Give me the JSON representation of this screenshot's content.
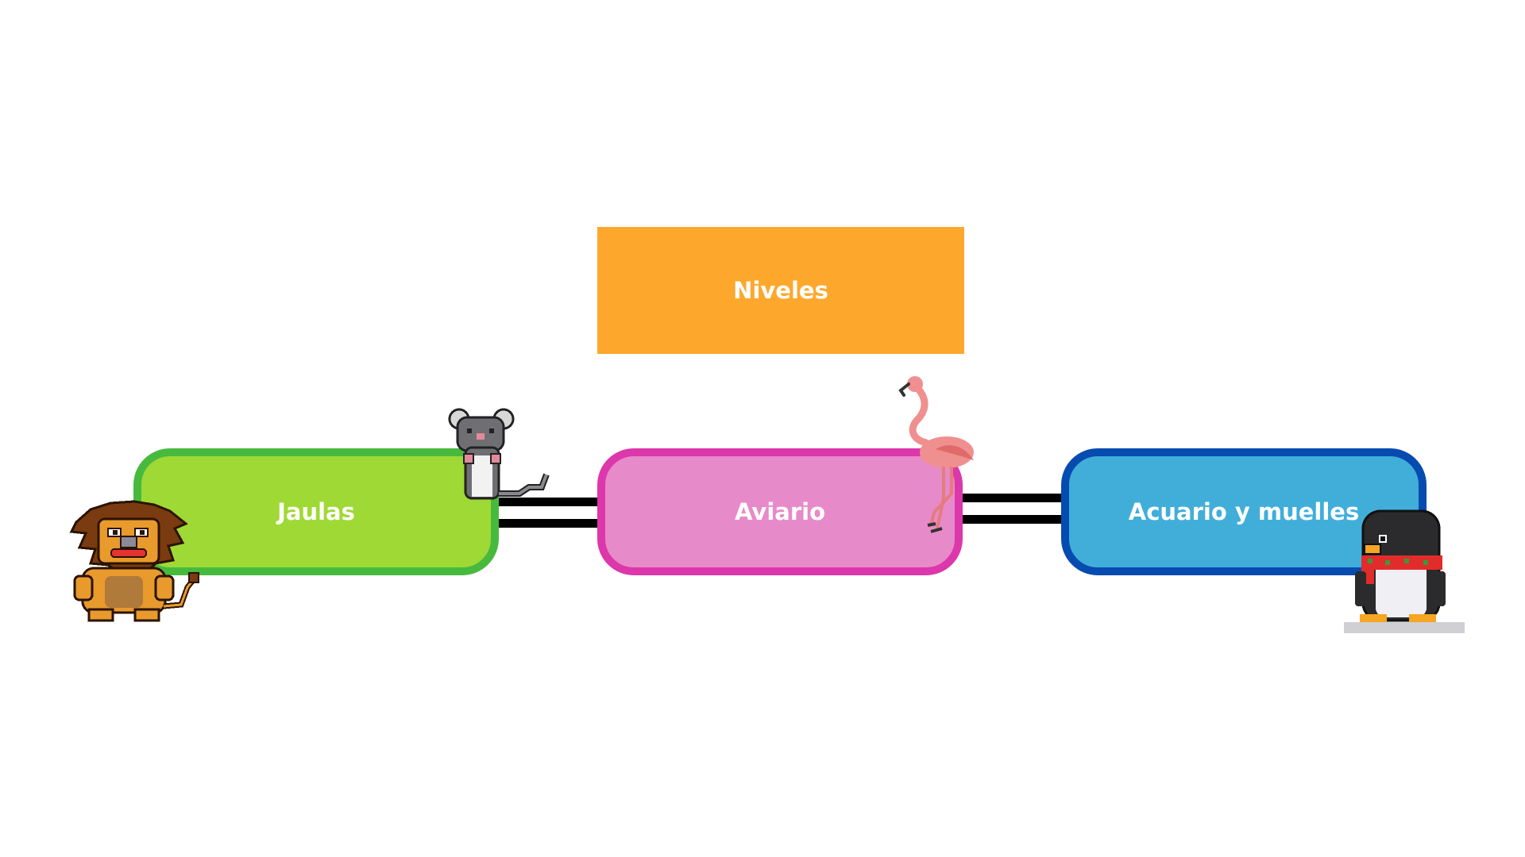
{
  "title": "Niveles",
  "levels": [
    {
      "label": "Jaulas"
    },
    {
      "label": "Aviario"
    },
    {
      "label": "Acuario y muelles"
    }
  ],
  "colors": {
    "title_bg": "#FDA82D",
    "jaulas_fill": "#9FD935",
    "jaulas_border": "#47BA3E",
    "aviario_fill": "#E78AC9",
    "aviario_border": "#DC37AB",
    "acuario_fill": "#41AEDA",
    "acuario_border": "#064BB0",
    "connector": "#000000"
  },
  "icons": [
    "lion-icon",
    "mouse-icon",
    "flamingo-icon",
    "penguin-icon"
  ]
}
